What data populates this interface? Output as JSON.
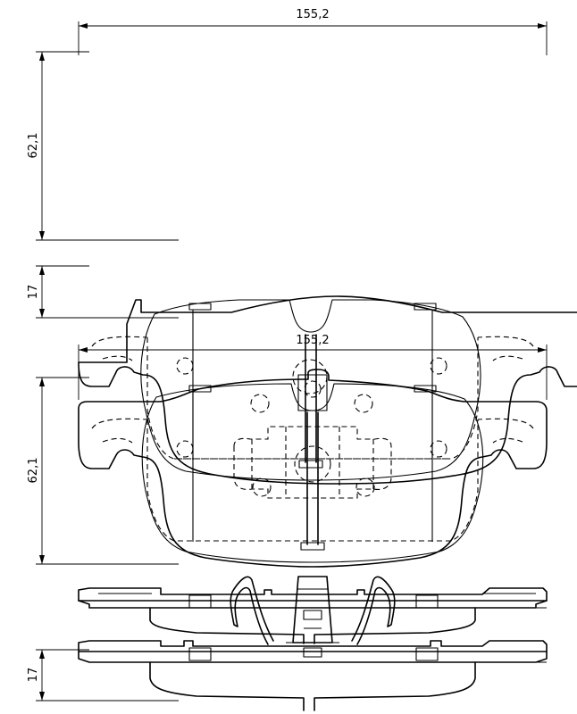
{
  "dimensions": {
    "top_view_width": "155,2",
    "top_view_height": "62,1",
    "top_side_thickness": "17",
    "bottom_view_width": "155,2",
    "bottom_view_height": "62,1",
    "bottom_side_thickness": "17"
  },
  "colors": {
    "line": "#000000",
    "background": "#ffffff"
  }
}
